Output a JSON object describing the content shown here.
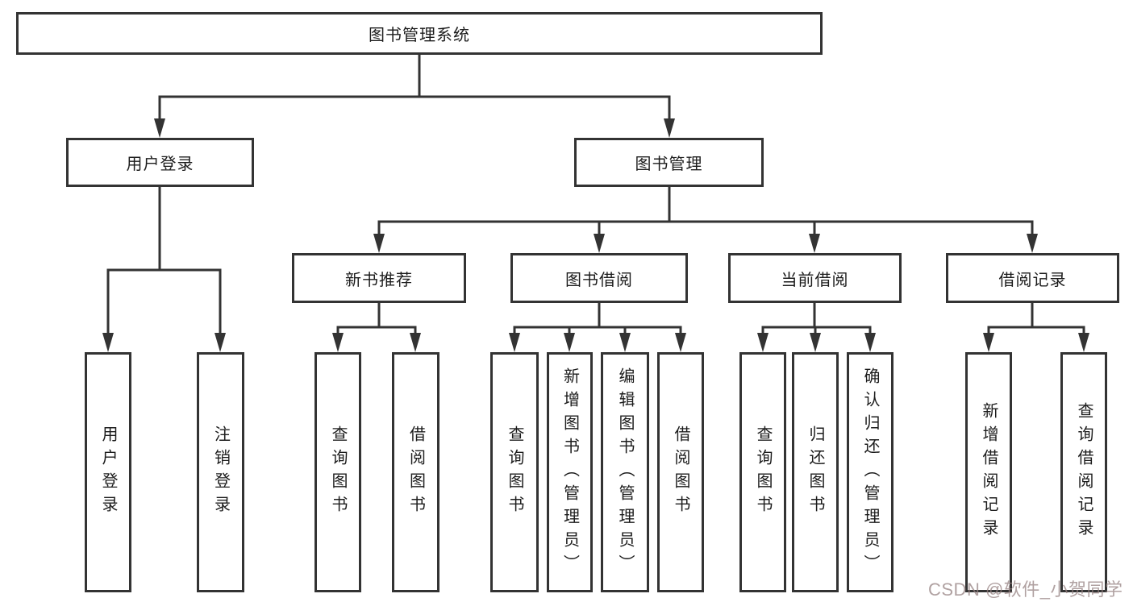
{
  "title": "图书管理系统",
  "colors": {
    "line": "#333333",
    "box_border": "#333333",
    "text": "#1c1c1c",
    "background": "#ffffff",
    "watermark": "#a89696"
  },
  "nodes": {
    "root": "图书管理系统",
    "user_login": "用户登录",
    "book_mgmt": "图书管理",
    "new_book_rec": "新书推荐",
    "book_borrow": "图书借阅",
    "current_borrow": "当前借阅",
    "borrow_records": "借阅记录",
    "leaf_user_login": "用户登录",
    "leaf_logout": "注销登录",
    "leaf_query_books_new": "查询图书",
    "leaf_borrow_books_new": "借阅图书",
    "leaf_query_books_borrow": "查询图书",
    "leaf_add_book": "新增图书（管理员）",
    "leaf_edit_book": "编辑图书（管理员）",
    "leaf_borrow_books_borrow": "借阅图书",
    "leaf_query_books_current": "查询图书",
    "leaf_return_book": "归还图书",
    "leaf_confirm_return": "确认归还（管理员）",
    "leaf_add_borrow_record": "新增借阅记录",
    "leaf_query_borrow_record": "查询借阅记录"
  },
  "hierarchy": {
    "图书管理系统": [
      "用户登录",
      "图书管理"
    ],
    "用户登录": [
      "用户登录",
      "注销登录"
    ],
    "图书管理": [
      "新书推荐",
      "图书借阅",
      "当前借阅",
      "借阅记录"
    ],
    "新书推荐": [
      "查询图书",
      "借阅图书"
    ],
    "图书借阅": [
      "查询图书",
      "新增图书（管理员）",
      "编辑图书（管理员）",
      "借阅图书"
    ],
    "当前借阅": [
      "查询图书",
      "归还图书",
      "确认归还（管理员）"
    ],
    "借阅记录": [
      "新增借阅记录",
      "查询借阅记录"
    ]
  },
  "watermark": {
    "text": "CSDN @软件_小贺同学"
  }
}
